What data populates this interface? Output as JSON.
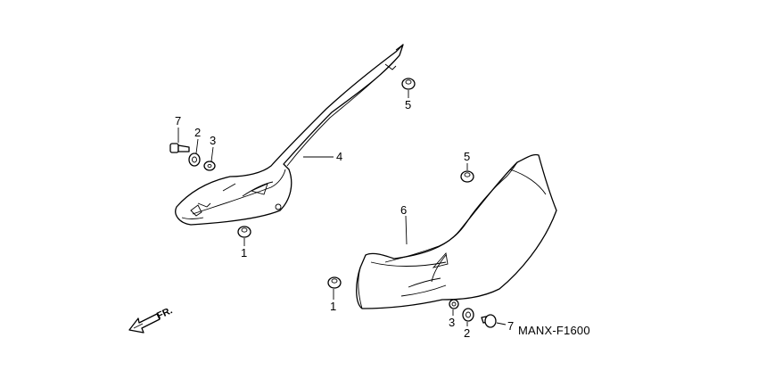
{
  "diagram_code": "MANX-F1600",
  "direction_label": "FR.",
  "callouts": {
    "left_7": "7",
    "left_2": "2",
    "left_3": "3",
    "left_4": "4",
    "left_1": "1",
    "top_5": "5",
    "right_5": "5",
    "right_6": "6",
    "right_1": "1",
    "right_3": "3",
    "right_2": "2",
    "right_7": "7"
  }
}
